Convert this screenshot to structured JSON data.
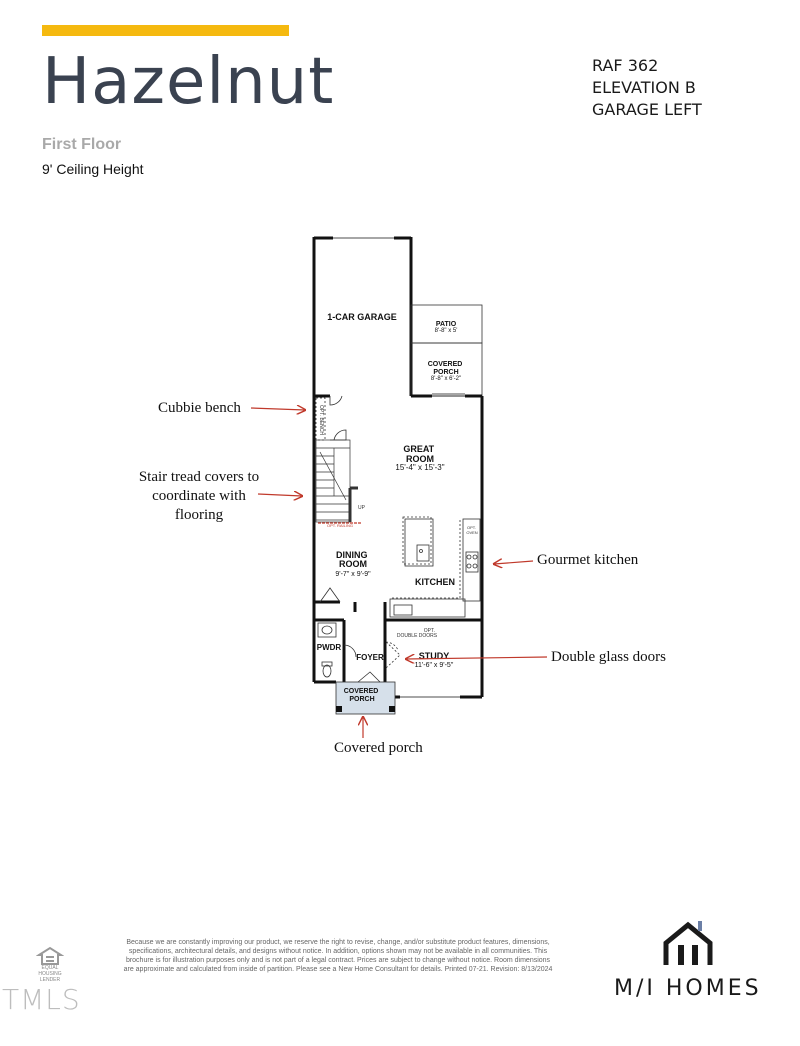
{
  "header": {
    "plan_name": "Hazelnut",
    "code_lines": [
      "RAF 362",
      "ELEVATION B",
      "GARAGE LEFT"
    ],
    "floor": "First Floor",
    "ceiling": "9' Ceiling Height",
    "accent_color": "#f5b90f"
  },
  "rooms": {
    "garage": "1-CAR GARAGE",
    "patio": "PATIO",
    "patio_dim": "8'-8\" x 5'",
    "rear_porch": [
      "COVERED",
      "PORCH"
    ],
    "rear_porch_dim": "8'-8\" x 6'-2\"",
    "opt_bench": "OPT. BENCH",
    "great_room": [
      "GREAT",
      "ROOM"
    ],
    "great_room_dim": "15'-4\" x 15'-3\"",
    "up": "UP",
    "opt_railing": "OPT. RAILING",
    "opt_oven": [
      "OPT.",
      "OVEN"
    ],
    "dining": [
      "DINING",
      "ROOM"
    ],
    "dining_dim": "9'-7\" x 9'-9\"",
    "kitchen": "KITCHEN",
    "pwdr": "PWDR",
    "foyer": "FOYER",
    "opt_doors": [
      "OPT.",
      "DOUBLE DOORS"
    ],
    "study": "STUDY",
    "study_dim": "11'-6\" x 9'-5\"",
    "front_porch": [
      "COVERED",
      "PORCH"
    ]
  },
  "callouts": {
    "cubbie": "Cubbie bench",
    "stair": [
      "Stair tread covers to",
      "coordinate with",
      "flooring"
    ],
    "kitchen": "Gourmet kitchen",
    "doors": "Double glass doors",
    "porch": "Covered porch",
    "arrow_color": "#c0392b"
  },
  "footer": {
    "disclaimer": "Because we are constantly improving our product, we reserve the right to revise, change, and/or substitute product features, dimensions, specifications, architectural details, and designs without notice. In addition, options shown may not be available in all communities. This brochure is for illustration purposes only and is not part of a legal contract. Prices are subject to change without notice. Room dimensions are approximate and calculated from inside of partition. Please see a New Home Consultant for details. Printed 07-21. Revision: 8/13/2024",
    "brand": "M/I HOMES",
    "watermark": "TMLS",
    "equal_housing": [
      "EQUAL HOUSING",
      "LENDER"
    ]
  }
}
